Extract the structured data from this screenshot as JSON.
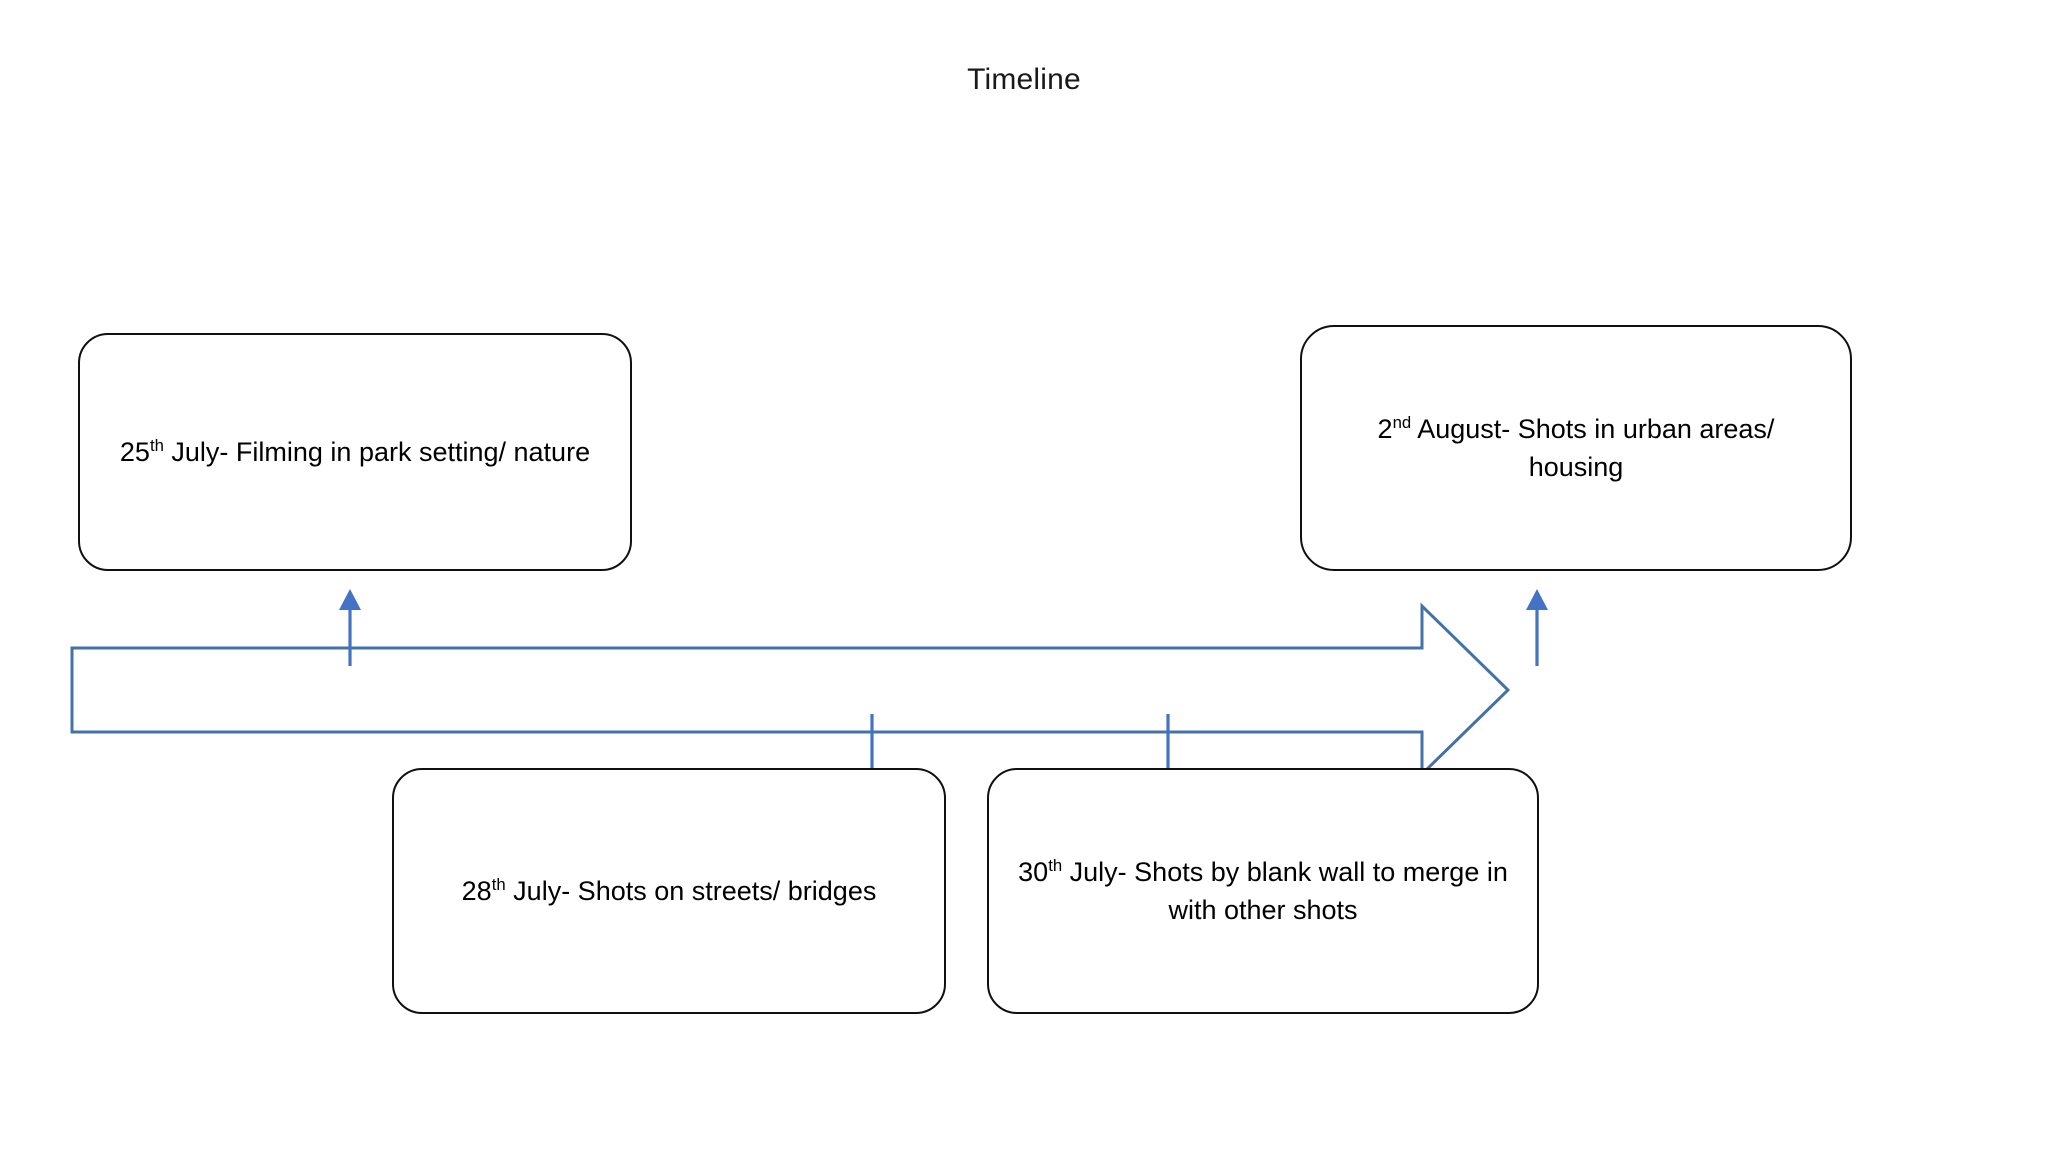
{
  "title": "Timeline",
  "colors": {
    "arrow_outline": "#4472a8",
    "connector": "#4472c4",
    "box_border": "#101010",
    "text": "#000000",
    "background": "#ffffff"
  },
  "timeline": {
    "direction": "left-to-right",
    "arrow_name": "timeline-block-arrow"
  },
  "events": [
    {
      "id": "event-1",
      "day": "25",
      "ordinal": "th",
      "rest": " July- Filming in park setting/ nature",
      "full_text": "25th July- Filming in park setting/ nature",
      "position": "above",
      "connector": "arrow-up"
    },
    {
      "id": "event-2",
      "day": "28",
      "ordinal": "th",
      "rest": " July- Shots on streets/ bridges",
      "full_text": "28th July- Shots on streets/ bridges",
      "position": "below",
      "connector": "arrow-down"
    },
    {
      "id": "event-3",
      "day": "30",
      "ordinal": "th",
      "rest": " July- Shots by blank wall to merge in with other shots",
      "full_text": "30th July- Shots by blank wall to merge in with other shots",
      "position": "below",
      "connector": "arrow-down"
    },
    {
      "id": "event-4",
      "day": "2",
      "ordinal": "nd",
      "rest": " August- Shots in urban areas/ housing",
      "full_text": "2nd August- Shots in urban areas/ housing",
      "position": "above",
      "connector": "arrow-up"
    }
  ]
}
